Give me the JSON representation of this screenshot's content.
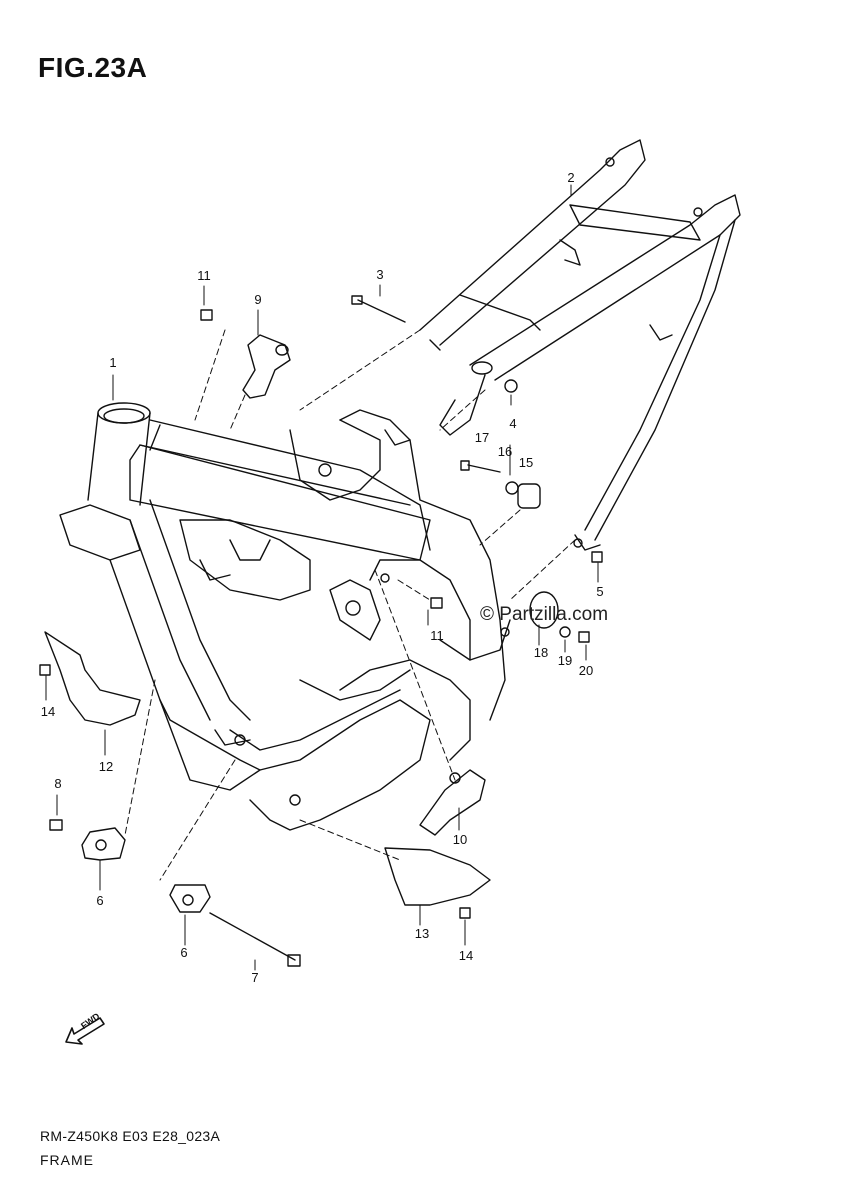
{
  "figure": {
    "title": "FIG.23A",
    "model_code": "RM-Z450K8 E03 E28_023A",
    "section_name": "FRAME",
    "watermark": "© Partzilla.com",
    "fwd_label": "FWD"
  },
  "callouts": [
    {
      "id": "c1",
      "label": "1"
    },
    {
      "id": "c2",
      "label": "2"
    },
    {
      "id": "c3",
      "label": "3"
    },
    {
      "id": "c4",
      "label": "4"
    },
    {
      "id": "c5",
      "label": "5"
    },
    {
      "id": "c6a",
      "label": "6"
    },
    {
      "id": "c6b",
      "label": "6"
    },
    {
      "id": "c7",
      "label": "7"
    },
    {
      "id": "c8",
      "label": "8"
    },
    {
      "id": "c9",
      "label": "9"
    },
    {
      "id": "c10",
      "label": "10"
    },
    {
      "id": "c11a",
      "label": "11"
    },
    {
      "id": "c11b",
      "label": "11"
    },
    {
      "id": "c12",
      "label": "12"
    },
    {
      "id": "c13",
      "label": "13"
    },
    {
      "id": "c14a",
      "label": "14"
    },
    {
      "id": "c14b",
      "label": "14"
    },
    {
      "id": "c15",
      "label": "15"
    },
    {
      "id": "c16",
      "label": "16"
    },
    {
      "id": "c17",
      "label": "17"
    },
    {
      "id": "c18",
      "label": "18"
    },
    {
      "id": "c19",
      "label": "19"
    },
    {
      "id": "c20",
      "label": "20"
    }
  ],
  "colors": {
    "line": "#111111",
    "background": "#ffffff"
  }
}
